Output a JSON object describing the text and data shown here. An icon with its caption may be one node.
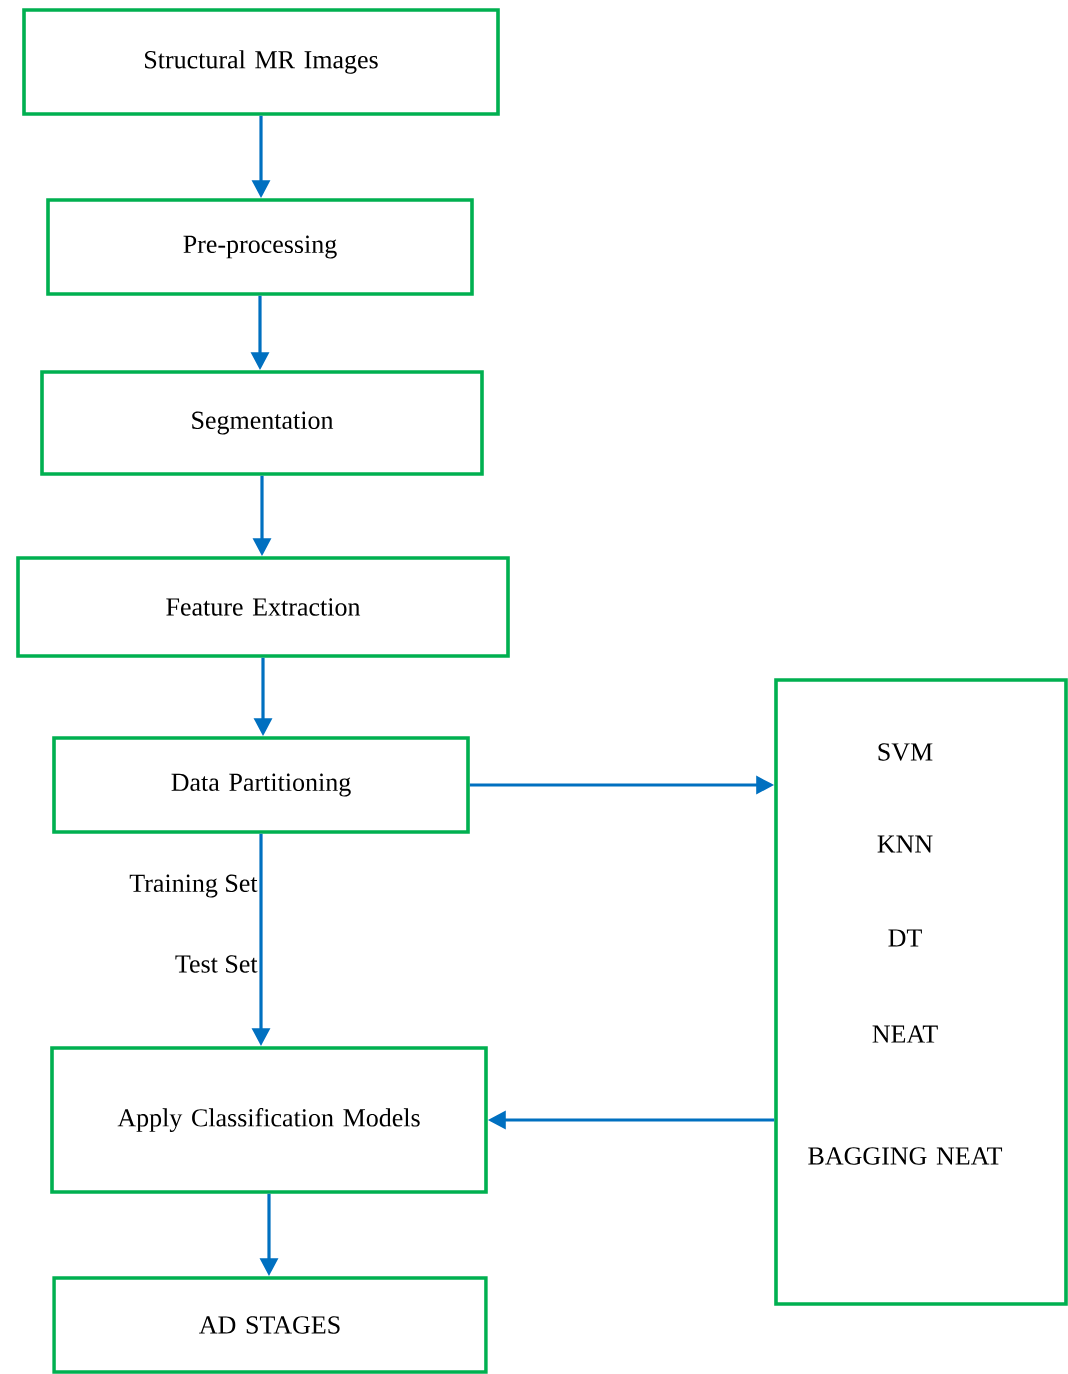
{
  "diagram": {
    "nodes": [
      {
        "text": [
          "Structural MR Images"
        ]
      },
      {
        "text": [
          "Pre-processing"
        ]
      },
      {
        "text": [
          "Segmentation"
        ]
      },
      {
        "text": [
          "Feature Extraction"
        ]
      },
      {
        "text": [
          "Data Partitioning"
        ]
      },
      {
        "text": [
          "Apply Classification Models"
        ]
      },
      {
        "text": [
          "AD STAGES"
        ]
      },
      {
        "text": [
          "SVM",
          "KNN",
          "DT",
          "NEAT",
          "BAGGING NEAT"
        ]
      }
    ],
    "edges": [
      {
        "from": 0,
        "to": 1,
        "arrow": "to"
      },
      {
        "from": 1,
        "to": 2,
        "arrow": "to"
      },
      {
        "from": 2,
        "to": 3,
        "arrow": "to"
      },
      {
        "from": 3,
        "to": 4,
        "arrow": "to"
      },
      {
        "from": 4,
        "to": 5,
        "arrow": "to"
      },
      {
        "from": 4,
        "to": 7,
        "arrow": "to"
      },
      {
        "from": 7,
        "to": 5,
        "arrow": "to"
      },
      {
        "from": 5,
        "to": 6,
        "arrow": "to"
      }
    ],
    "labels": [
      "Training Set",
      "Test Set"
    ]
  }
}
